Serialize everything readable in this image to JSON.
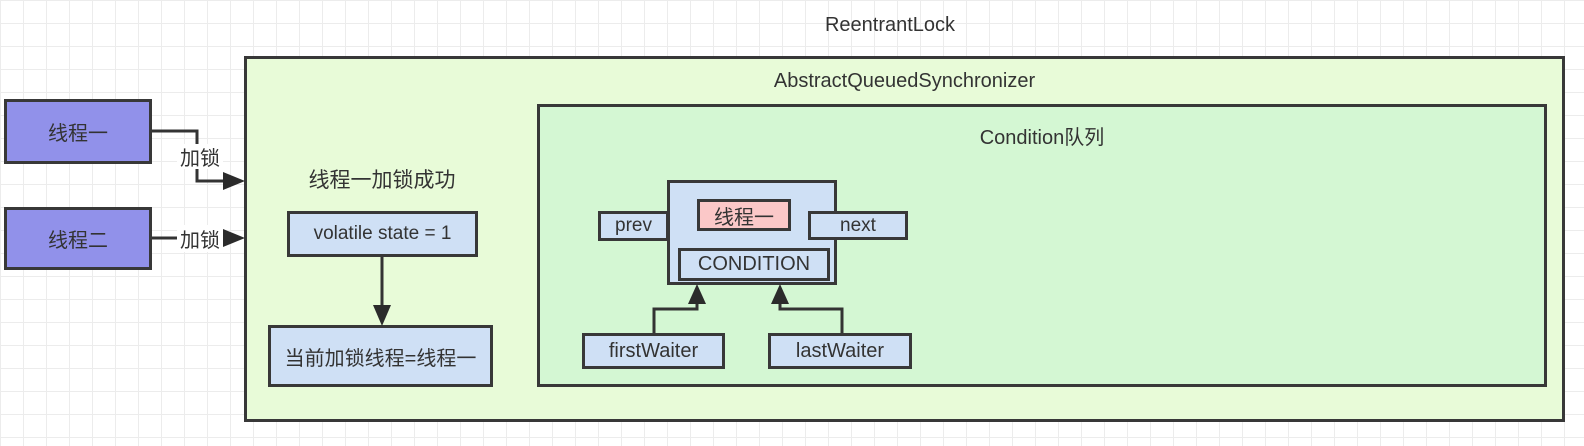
{
  "diagram": {
    "title": "ReentrantLock",
    "aqs_label": "AbstractQueuedSynchronizer",
    "condition_label": "Condition队列",
    "threads": [
      {
        "label": "线程一",
        "action": "加锁"
      },
      {
        "label": "线程二",
        "action": "加锁"
      }
    ],
    "lock_state": {
      "caption": "线程一加锁成功",
      "state": "volatile state = 1",
      "owner": "当前加锁线程=线程一"
    },
    "condition_node": {
      "thread": "线程一",
      "prev": "prev",
      "next": "next",
      "status": "CONDITION",
      "first_waiter": "firstWaiter",
      "last_waiter": "lastWaiter"
    },
    "colors": {
      "aqs_fill": "#e8fbd8",
      "condition_fill": "#d4f7d3",
      "thread_fill": "#9191ea",
      "node_fill": "#cfe0f5",
      "current_thread_fill": "#fbc8c8",
      "border": "#383838",
      "grid_line": "#ececec"
    }
  }
}
